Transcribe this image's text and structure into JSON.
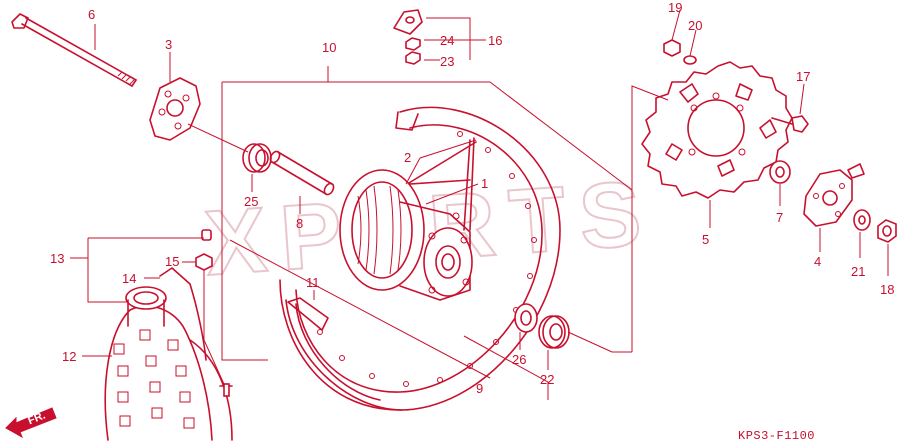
{
  "diagram": {
    "drawing_code": "KPS3-F1100",
    "direction_label": "FR.",
    "watermark": "XPARTS",
    "accent_color": "#c8102e",
    "callouts": [
      {
        "id": "c1",
        "text": "1"
      },
      {
        "id": "c2",
        "text": "2"
      },
      {
        "id": "c3",
        "text": "3"
      },
      {
        "id": "c4",
        "text": "4"
      },
      {
        "id": "c5",
        "text": "5"
      },
      {
        "id": "c6",
        "text": "6"
      },
      {
        "id": "c7",
        "text": "7"
      },
      {
        "id": "c8",
        "text": "8"
      },
      {
        "id": "c9",
        "text": "9"
      },
      {
        "id": "c10",
        "text": "10"
      },
      {
        "id": "c11",
        "text": "11"
      },
      {
        "id": "c12",
        "text": "12"
      },
      {
        "id": "c13",
        "text": "13"
      },
      {
        "id": "c14",
        "text": "14"
      },
      {
        "id": "c15",
        "text": "15"
      },
      {
        "id": "c16",
        "text": "16"
      },
      {
        "id": "c17",
        "text": "17"
      },
      {
        "id": "c18",
        "text": "18"
      },
      {
        "id": "c19",
        "text": "19"
      },
      {
        "id": "c20",
        "text": "20"
      },
      {
        "id": "c21",
        "text": "21"
      },
      {
        "id": "c22",
        "text": "22"
      },
      {
        "id": "c23",
        "text": "23"
      },
      {
        "id": "c24",
        "text": "24"
      },
      {
        "id": "c25",
        "text": "25"
      },
      {
        "id": "c26",
        "text": "26"
      }
    ]
  }
}
